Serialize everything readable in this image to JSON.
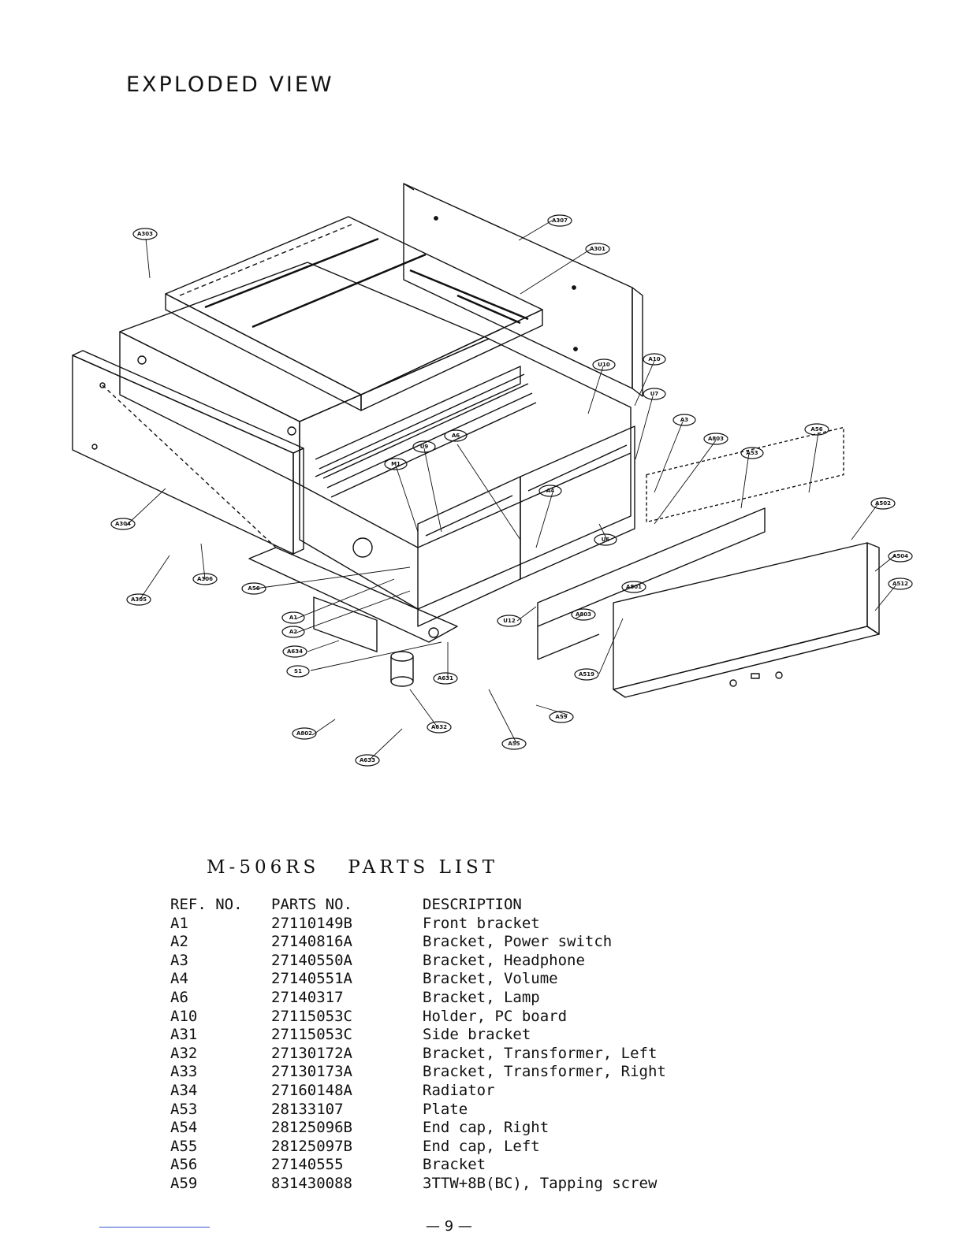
{
  "page": {
    "title": "EXPLODED VIEW",
    "page_number": "— 9 —"
  },
  "diagram": {
    "callouts": [
      "A303",
      "A307",
      "A301",
      "U10",
      "A10",
      "U7",
      "A3",
      "A803",
      "A56",
      "A53",
      "A502",
      "A504",
      "A512",
      "A6",
      "U9",
      "M1",
      "A4",
      "U6",
      "A801",
      "A304",
      "A306",
      "A305",
      "A56",
      "A1",
      "A2",
      "A634",
      "S1",
      "U12",
      "A803",
      "A519",
      "A631",
      "A59",
      "A632",
      "A55",
      "A802",
      "A633"
    ]
  },
  "parts_list": {
    "model": "M-506RS",
    "heading": "PARTS LIST",
    "headers": {
      "ref": "REF. NO.",
      "part": "PARTS NO.",
      "desc": "DESCRIPTION"
    },
    "rows": [
      {
        "ref": "A1",
        "part": "27110149B",
        "desc": "Front bracket"
      },
      {
        "ref": "A2",
        "part": "27140816A",
        "desc": "Bracket, Power switch"
      },
      {
        "ref": "A3",
        "part": "27140550A",
        "desc": "Bracket, Headphone"
      },
      {
        "ref": "A4",
        "part": "27140551A",
        "desc": "Bracket, Volume"
      },
      {
        "ref": "A6",
        "part": "27140317",
        "desc": "Bracket, Lamp"
      },
      {
        "ref": "A10",
        "part": "27115053C",
        "desc": "Holder, PC board"
      },
      {
        "ref": "A31",
        "part": "27115053C",
        "desc": "Side bracket"
      },
      {
        "ref": "A32",
        "part": "27130172A",
        "desc": "Bracket, Transformer, Left"
      },
      {
        "ref": "A33",
        "part": "27130173A",
        "desc": "Bracket, Transformer, Right"
      },
      {
        "ref": "A34",
        "part": "27160148A",
        "desc": "Radiator"
      },
      {
        "ref": "A53",
        "part": "28133107",
        "desc": "Plate"
      },
      {
        "ref": "A54",
        "part": "28125096B",
        "desc": "End cap, Right"
      },
      {
        "ref": "A55",
        "part": "28125097B",
        "desc": "End cap, Left"
      },
      {
        "ref": "A56",
        "part": "27140555",
        "desc": "Bracket"
      },
      {
        "ref": "A59",
        "part": "831430088",
        "desc": "3TTW+8B(BC), Tapping screw"
      }
    ]
  }
}
